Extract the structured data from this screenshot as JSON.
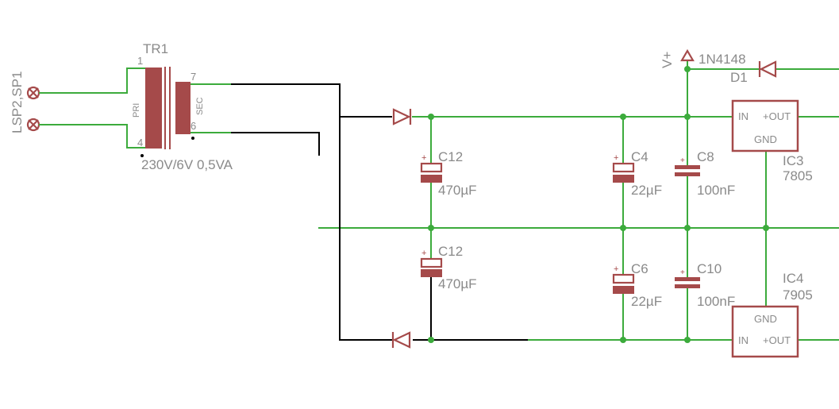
{
  "colors": {
    "net": "#3cab3c",
    "wire": "#000000",
    "part": "#a54a4a",
    "label": "#8a8a8a",
    "background": "#ffffff"
  },
  "connectors": {
    "names": "LSP2,SP1"
  },
  "transformer": {
    "name": "TR1",
    "value": "230V/6V 0,5VA",
    "primary_label": "PRI",
    "secondary_label": "SEC",
    "pins": [
      "1",
      "4",
      "7",
      "6"
    ]
  },
  "supply_label": "V+",
  "diode_d1": {
    "name": "D1",
    "value": "1N4148"
  },
  "capacitors": [
    {
      "name": "C12",
      "value": "470µF"
    },
    {
      "name": "C12",
      "value": "470µF"
    },
    {
      "name": "C4",
      "value": "22µF"
    },
    {
      "name": "C6",
      "value": "22µF"
    },
    {
      "name": "C8",
      "value": "100nF"
    },
    {
      "name": "C10",
      "value": "100nF"
    }
  ],
  "regulators": [
    {
      "name": "IC3",
      "value": "7805",
      "pins": {
        "in": "IN",
        "out": "+OUT",
        "gnd": "GND"
      }
    },
    {
      "name": "IC4",
      "value": "7905",
      "pins": {
        "in": "IN",
        "out": "+OUT",
        "gnd": "GND"
      }
    }
  ]
}
